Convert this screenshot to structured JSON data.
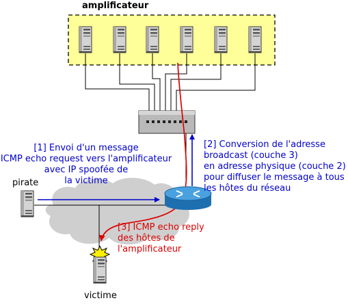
{
  "title": "amplificateur",
  "labels": {
    "pirate": "pirate",
    "victime": "victime"
  },
  "annotations": {
    "step1": [
      "[1] Envoi d'un message",
      "ICMP echo request vers l'amplificateur",
      "avec IP spoofée de",
      "la victime"
    ],
    "step2": [
      "[2] Conversion de l'adresse",
      "broadcast (couche 3)",
      "en adresse physique (couche 2)",
      "pour diffuser le message à tous",
      "les hôtes du réseau"
    ],
    "step3": [
      "[3] ICMP echo reply",
      "des hôtes de",
      "l'amplificateur"
    ]
  },
  "colors": {
    "amplifier_box_fill": "#ffff99",
    "blue_text": "#0000cc",
    "red_text": "#dd0000",
    "cloud": "#cfcfcf",
    "router": "#2f86c8",
    "switch": "#b9b9b9"
  },
  "icons": {
    "host": "tower-server-icon",
    "switch": "network-switch-icon",
    "router": "router-icon",
    "cloud": "network-cloud-icon",
    "explosion": "explosion-icon"
  }
}
